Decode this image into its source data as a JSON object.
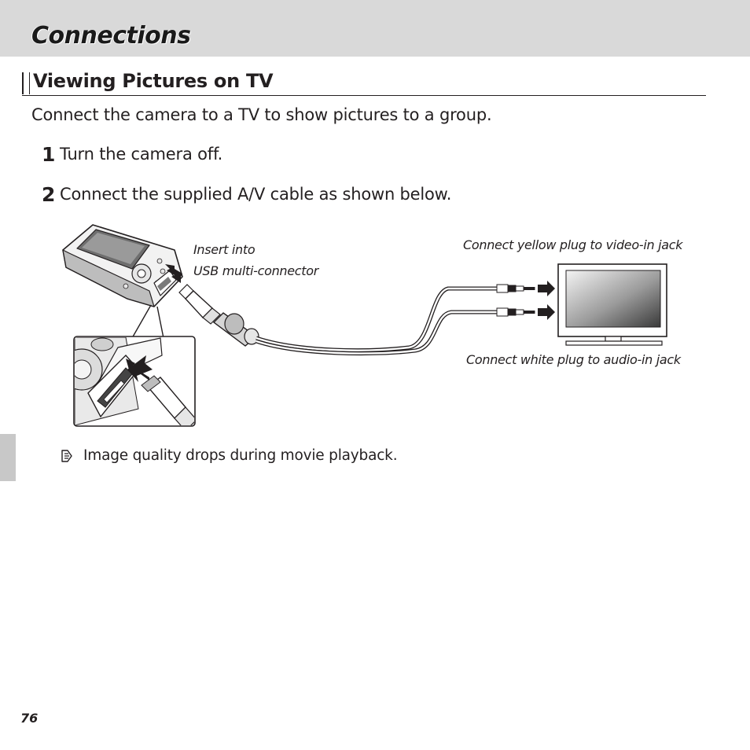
{
  "header": {
    "chapter_title": "Connections"
  },
  "section": {
    "title": "Viewing Pictures on TV"
  },
  "intro": "Connect the camera to a TV to show pictures to a group.",
  "steps": [
    {
      "number": "1",
      "text": "Turn the camera off."
    },
    {
      "number": "2",
      "text": "Connect the supplied A/V cable as shown below."
    }
  ],
  "diagram": {
    "insert_caption_line1": "Insert into",
    "insert_caption_line2": "USB multi-connector",
    "yellow_caption": "Connect yellow plug to video-in jack",
    "white_caption": "Connect white plug to audio-in jack"
  },
  "note": {
    "icon": "pencil-note-icon",
    "text": "Image quality drops during movie playback."
  },
  "footer": {
    "page_number": "76"
  }
}
